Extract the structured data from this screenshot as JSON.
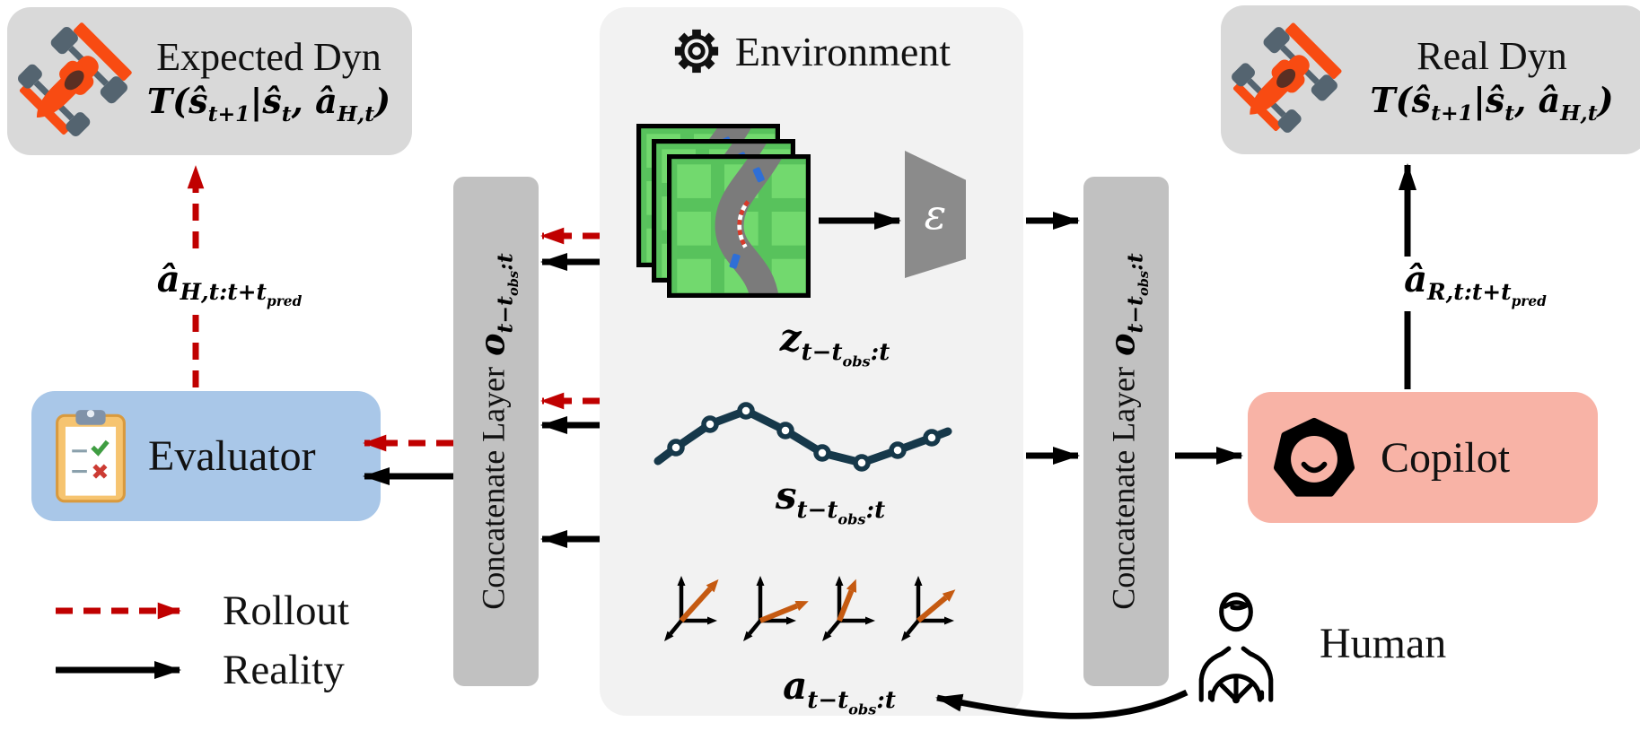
{
  "expected_dyn": {
    "title": "Expected Dyn",
    "formula": {
      "f1": "T(ŝ",
      "s1": "t+1",
      "f2": "|ŝ",
      "s2": "t",
      "f3": ", â",
      "s3": "H,t",
      "f4": ")"
    }
  },
  "real_dyn": {
    "title": "Real Dyn",
    "formula": {
      "f1": "T(ŝ",
      "s1": "t+1",
      "f2": "|ŝ",
      "s2": "t",
      "f3": ", â",
      "s3": "H,t",
      "f4": ")"
    }
  },
  "environment": {
    "title": "Environment",
    "encoder_symbol": "ε",
    "z_label": {
      "base": "z",
      "sub": "t−t",
      "subsub": "obs",
      "tail": ":t"
    },
    "s_label": {
      "base": "s",
      "sub": "t−t",
      "subsub": "obs",
      "tail": ":t"
    },
    "a_label": {
      "base": "a",
      "sub": "t−t",
      "subsub": "obs",
      "tail": ":t"
    },
    "trajectory": {
      "points": [
        [
          45,
          72
        ],
        [
          65,
          57
        ],
        [
          103,
          31
        ],
        [
          143,
          16
        ],
        [
          187,
          38
        ],
        [
          228,
          63
        ],
        [
          272,
          74
        ],
        [
          312,
          60
        ],
        [
          350,
          46
        ],
        [
          368,
          39
        ]
      ],
      "dot_start": 1,
      "dot_end": 8
    },
    "action_axes": [
      {
        "angle": 48,
        "len": 62
      },
      {
        "angle": 22,
        "len": 58
      },
      {
        "angle": 68,
        "len": 50
      },
      {
        "angle": 40,
        "len": 54
      }
    ]
  },
  "concat_layer": {
    "text": "Concatenate Layer",
    "o_base": "o",
    "sub": "t−t",
    "subsub": "obs",
    "tail": ":t"
  },
  "evaluator": {
    "label": "Evaluator"
  },
  "copilot": {
    "label": "Copilot"
  },
  "human": {
    "label": "Human"
  },
  "action_left": {
    "base": "â",
    "sub": "H,t:t+t",
    "subsub": "pred"
  },
  "action_right": {
    "base": "â",
    "sub": "R,t:t+t",
    "subsub": "pred"
  },
  "legend": {
    "rollout_label": "Rollout",
    "reality_label": "Reality"
  },
  "colors": {
    "rollout_red": "#c00000",
    "reality_black": "#000000",
    "evaluator_bg": "#a9c7e8",
    "copilot_bg": "#f8b3a6",
    "dyn_box_bg": "#d9d9d9",
    "env_panel_bg": "#f2f2f2",
    "concat_bar_bg": "#c1c1c1",
    "encoder_gray": "#8b8b8b",
    "action_orange": "#c55a11",
    "trajectory_navy": "#16384a",
    "map_green": "#58c25c"
  }
}
